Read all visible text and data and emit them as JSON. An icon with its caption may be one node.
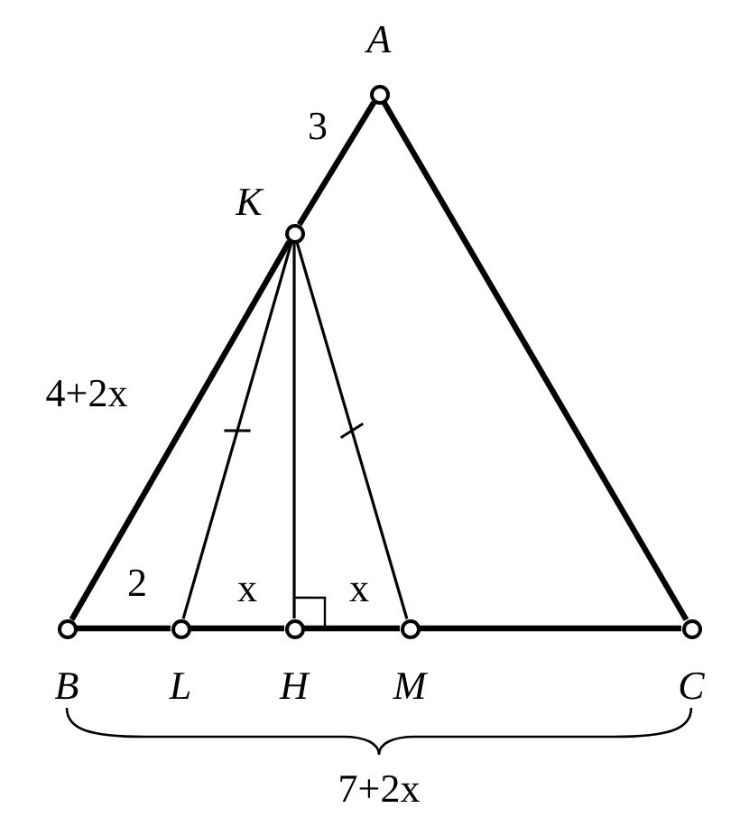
{
  "diagram": {
    "nodes": [
      {
        "text": [],
        "shape": "circle",
        "beside": [
          "A"
        ]
      },
      {
        "text": [],
        "shape": "circle",
        "beside": [
          "K"
        ]
      },
      {
        "text": [],
        "shape": "circle",
        "beside": [
          "B"
        ]
      },
      {
        "text": [],
        "shape": "circle",
        "beside": [
          "L"
        ]
      },
      {
        "text": [],
        "shape": "circle",
        "beside": [
          "H"
        ]
      },
      {
        "text": [],
        "shape": "circle",
        "beside": [
          "M"
        ]
      },
      {
        "text": [],
        "shape": "circle",
        "beside": [
          "C"
        ]
      }
    ],
    "edges": [
      {
        "from": 0,
        "to": 1,
        "arrow": "none",
        "label": "3"
      },
      {
        "from": 1,
        "to": 2,
        "arrow": "none",
        "label": "4+2x"
      },
      {
        "from": 0,
        "to": 6,
        "arrow": "none"
      },
      {
        "from": 2,
        "to": 3,
        "arrow": "none",
        "label": "2"
      },
      {
        "from": 3,
        "to": 4,
        "arrow": "none",
        "label": "x"
      },
      {
        "from": 4,
        "to": 5,
        "arrow": "none",
        "label": "x"
      },
      {
        "from": 5,
        "to": 6,
        "arrow": "none"
      },
      {
        "from": 1,
        "to": 3,
        "arrow": "none"
      },
      {
        "from": 1,
        "to": 4,
        "arrow": "none"
      },
      {
        "from": 1,
        "to": 5,
        "arrow": "none"
      }
    ],
    "labels": [
      "7+2x"
    ]
  }
}
